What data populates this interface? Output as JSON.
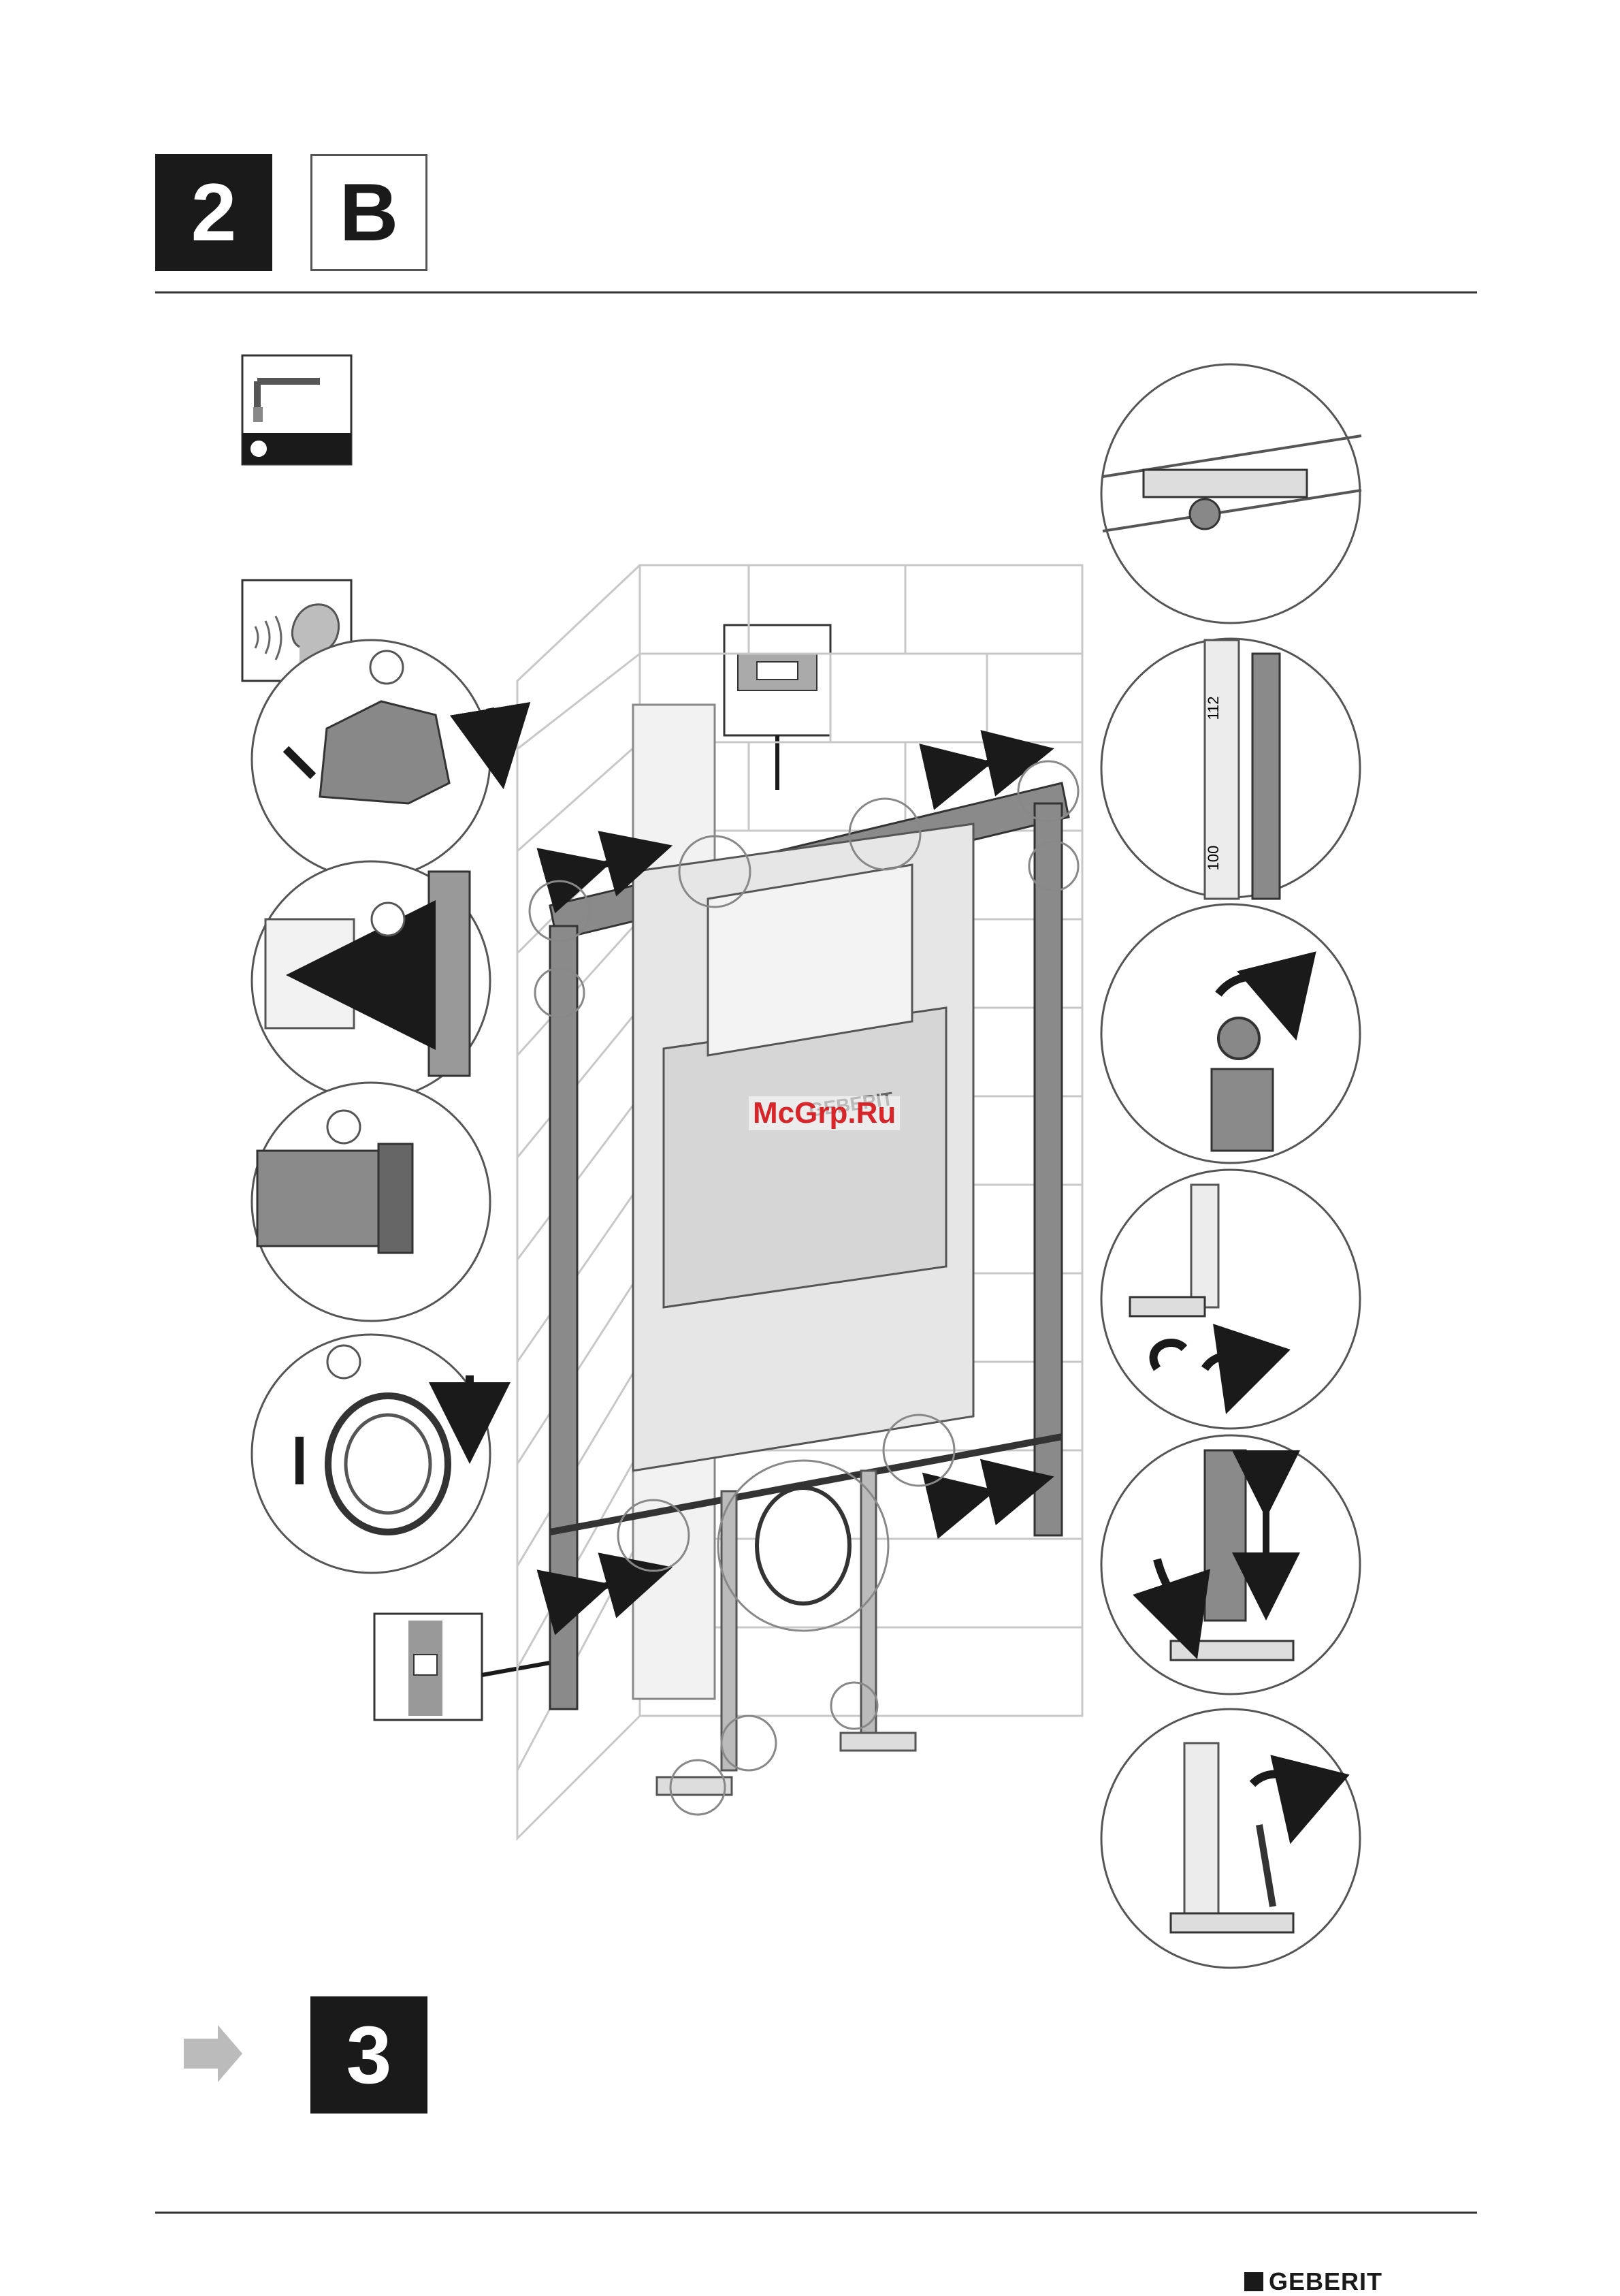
{
  "header": {
    "step_number": "2",
    "variant_letter": "B"
  },
  "footer": {
    "next_step_number": "3",
    "brand": "GEBERIT"
  },
  "illustration": {
    "watermark": "McGrp.Ru",
    "frame_logo_text": "GEBERIT",
    "scale_marks": [
      "112",
      "100"
    ]
  },
  "colors": {
    "dark": "#1a1a1a",
    "line": "#333333",
    "frame_gray": "#8a8a8a",
    "arrow_gray": "#bbbbbb",
    "watermark_red": "#d8252a"
  }
}
